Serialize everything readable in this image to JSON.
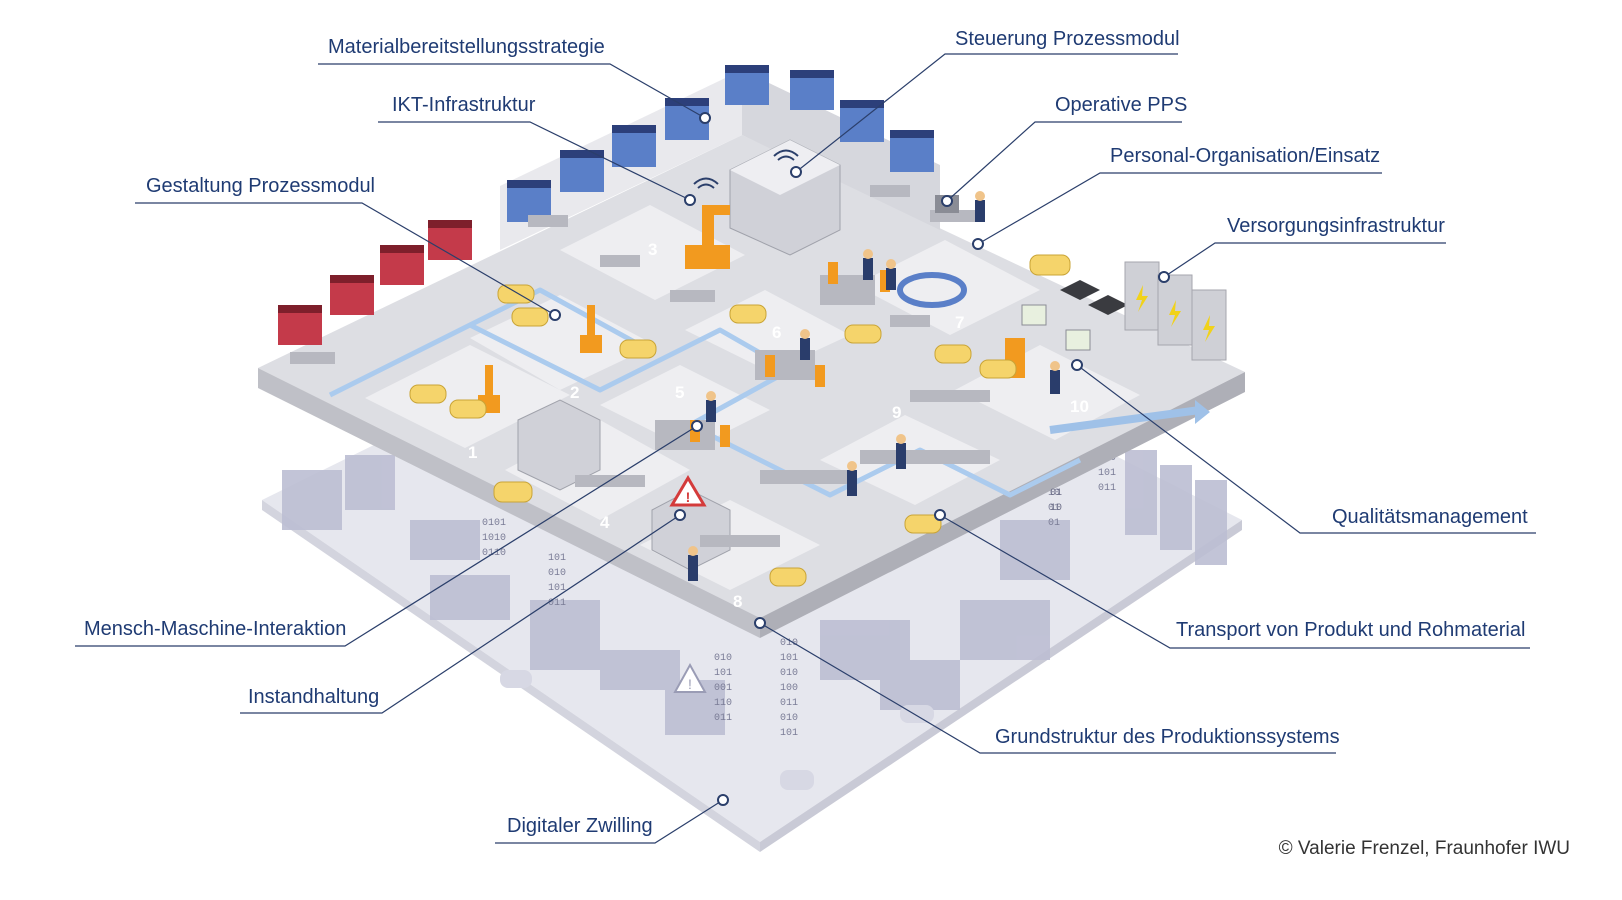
{
  "colors": {
    "label_text": "#1f3b73",
    "leader_line": "#2b3f6b",
    "floor_top": "#dcdde2",
    "floor_edge": "#c6c7cd",
    "module_cell": "#eeeeF1",
    "path_flow": "#a9c9ec",
    "robot_orange": "#f29a1f",
    "shelf_blue": "#5a7fc8",
    "shelf_red": "#c43a4a",
    "agv_yellow": "#f5d46b",
    "twin_layer": "#e4e5ec",
    "twin_objects": "#b9bbd0",
    "power_icon": "#f1d21a"
  },
  "labels": {
    "materialbereitstellung": "Materialbereitstellungsstrategie",
    "steuerung": "Steuerung Prozessmodul",
    "ikt": "IKT-Infrastruktur",
    "operative_pps": "Operative PPS",
    "personal": "Personal-Organisation/Einsatz",
    "gestaltung": "Gestaltung Prozessmodul",
    "versorgung": "Versorgungsinfrastruktur",
    "qualitaet": "Qualitätsmanagement",
    "mensch_maschine": "Mensch-Maschine-Interaktion",
    "transport": "Transport von Produkt und Rohmaterial",
    "instandhaltung": "Instandhaltung",
    "grundstruktur": "Grundstruktur des Produktionssystems",
    "digitaler_zwilling": "Digitaler Zwilling"
  },
  "module_numbers": [
    "1",
    "2",
    "3",
    "4",
    "5",
    "6",
    "7",
    "8",
    "9",
    "10"
  ],
  "binary_text": "0101101001",
  "credit": "© Valerie Frenzel, Fraunhofer IWU"
}
